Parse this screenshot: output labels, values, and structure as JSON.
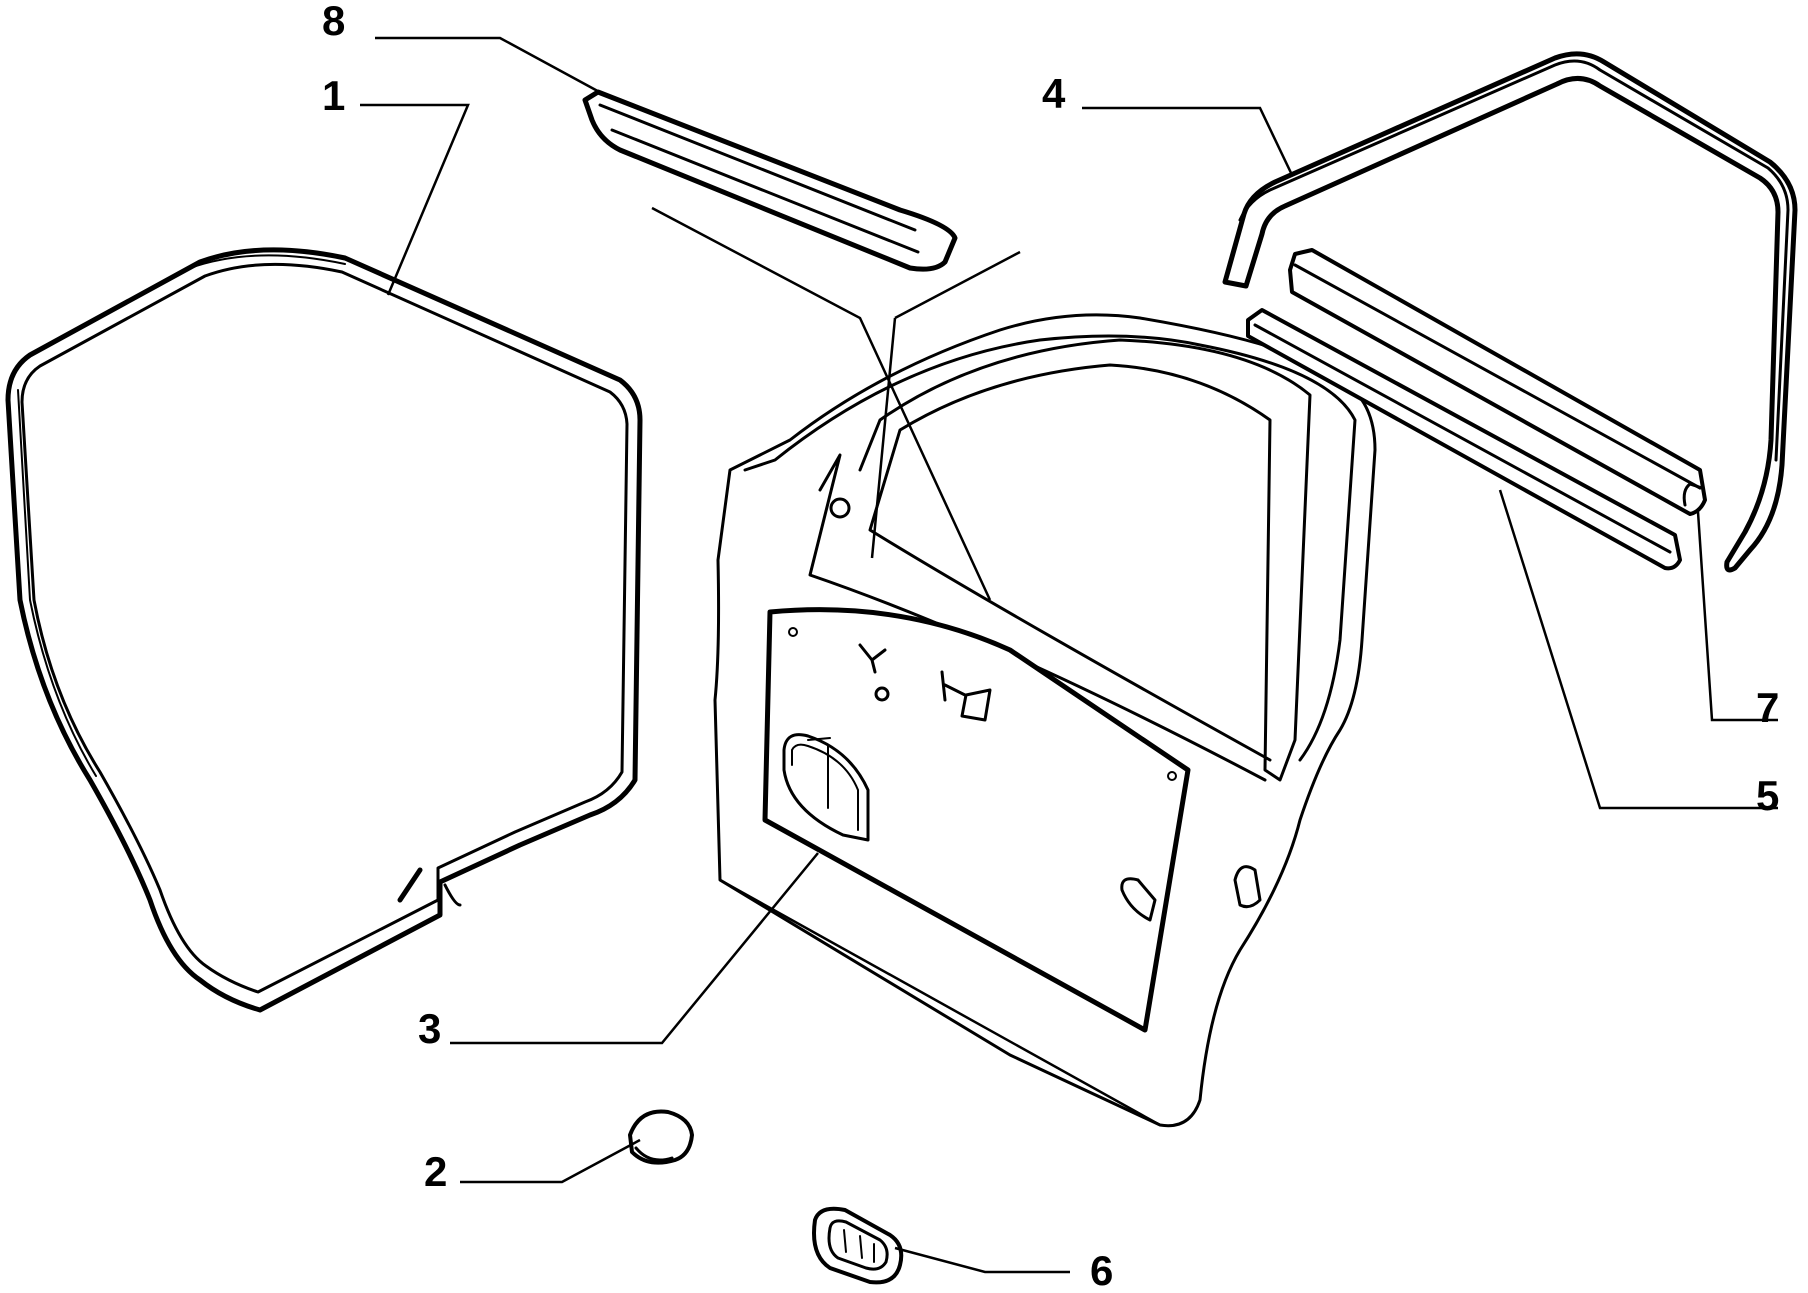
{
  "callouts": [
    {
      "id": "1",
      "label": "1"
    },
    {
      "id": "2",
      "label": "2"
    },
    {
      "id": "3",
      "label": "3"
    },
    {
      "id": "4",
      "label": "4"
    },
    {
      "id": "5",
      "label": "5"
    },
    {
      "id": "6",
      "label": "6"
    },
    {
      "id": "7",
      "label": "7"
    },
    {
      "id": "8",
      "label": "8"
    }
  ],
  "colors": {
    "line": "#000000",
    "background": "#ffffff"
  }
}
